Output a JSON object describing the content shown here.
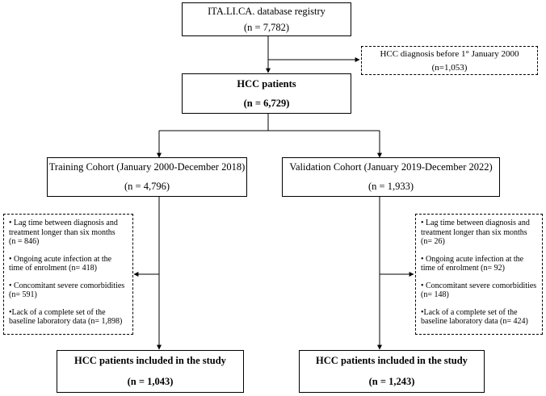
{
  "registry": {
    "title": "ITA.LI.CA. database registry",
    "n": "(n = 7,782)"
  },
  "excluded_pre2000": {
    "title": "HCC diagnosis before 1° January 2000",
    "n": "(n=1,053)"
  },
  "hcc_patients": {
    "title": "HCC patients",
    "n": "(n = 6,729)"
  },
  "training": {
    "title": "Training Cohort (January 2000-December 2018)",
    "n": "(n = 4,796)"
  },
  "validation": {
    "title": "Validation Cohort (January 2019-December 2022)",
    "n": "(n = 1,933)"
  },
  "training_exclusions": [
    {
      "text": "• Lag time between diagnosis and treatment longer than six months",
      "n": "(n = 846)"
    },
    {
      "text": "• Ongoing acute infection at the time of enrolment",
      "n": "(n= 418)"
    },
    {
      "text": "• Concomitant severe comorbidities",
      "n": "(n= 591)"
    },
    {
      "text": "•Lack of a complete set of the baseline laboratory data",
      "n": "(n= 1,898)"
    }
  ],
  "validation_exclusions": [
    {
      "text": "• Lag time between diagnosis and treatment longer than six months",
      "n": "(n= 26)"
    },
    {
      "text": "• Ongoing acute infection at the time of enrolment",
      "n": "(n= 92)"
    },
    {
      "text": "• Concomitant severe comorbidities",
      "n": "(n= 148)"
    },
    {
      "text": "•Lack of a complete set of the baseline laboratory data",
      "n": "(n= 424)"
    }
  ],
  "training_final": {
    "title": "HCC patients included in the study",
    "n": "(n = 1,043)"
  },
  "validation_final": {
    "title": "HCC patients included in the study",
    "n": "(n = 1,243)"
  }
}
